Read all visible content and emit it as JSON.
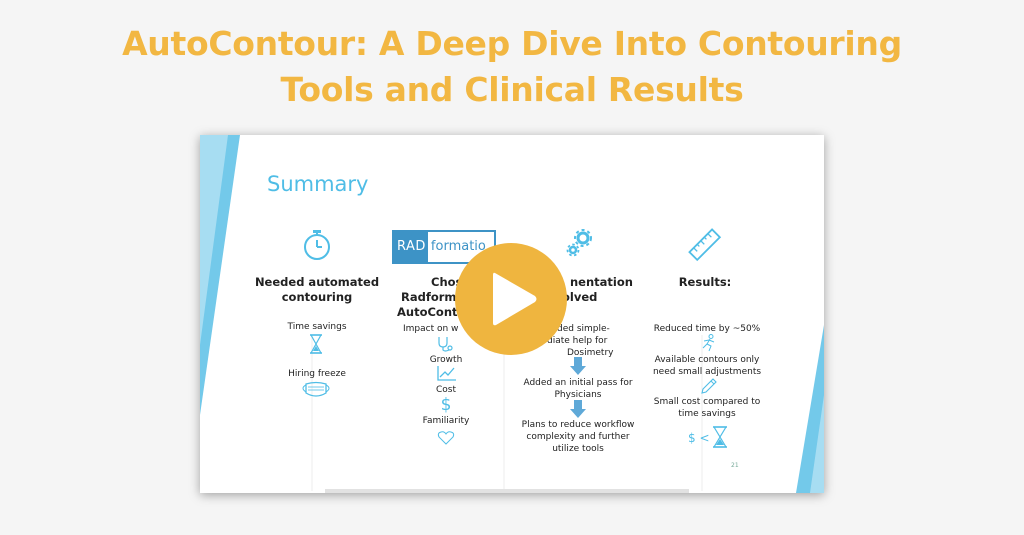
{
  "page": {
    "title_line1": "AutoContour: A Deep Dive Into Contouring",
    "title_line2": "Tools and Clinical Results"
  },
  "slide": {
    "heading": "Summary",
    "page_number": "21",
    "columns": [
      {
        "title_lines": [
          "Needed automated",
          "contouring"
        ],
        "icon": "stopwatch-icon",
        "items": [
          {
            "text": "Time savings",
            "icon": "hourglass-icon"
          },
          {
            "text": "Hiring freeze",
            "icon": "face-mask-icon"
          }
        ]
      },
      {
        "title_lines": [
          "Chos",
          "Radform",
          "AutoCont"
        ],
        "logo": {
          "rad": "RAD",
          "formation": "formatio"
        },
        "items": [
          {
            "text": "Impact on w",
            "icon": "stethoscope-icon"
          },
          {
            "text": "Growth",
            "icon": "growth-chart-icon"
          },
          {
            "text": "Cost",
            "icon": "dollar-icon"
          },
          {
            "text": "Familiarity",
            "icon": "heart-icon"
          }
        ]
      },
      {
        "title_lines": [
          "nentation",
          "olved"
        ],
        "icon": "gears-icon",
        "items": [
          {
            "lines": [
              "ded simple-",
              "diate help for",
              "Dosimetry"
            ]
          },
          {
            "lines": [
              "Added an initial pass for",
              "Physicians"
            ]
          },
          {
            "lines": [
              "Plans to reduce workflow",
              "complexity and further",
              "utilize tools"
            ]
          }
        ]
      },
      {
        "title_lines": [
          "Results:"
        ],
        "icon": "ruler-icon",
        "items": [
          {
            "text": "Reduced time by ~50%",
            "icon": "runner-icon"
          },
          {
            "lines": [
              "Available contours only",
              "need small adjustments"
            ],
            "icon": "pencil-icon"
          },
          {
            "lines": [
              "Small cost compared to",
              "time savings"
            ]
          },
          {
            "text": "$ <",
            "icon": "hourglass-icon"
          }
        ]
      }
    ]
  },
  "colors": {
    "title": "#f2b742",
    "accent": "#4fbde6",
    "play": "#efb53f"
  }
}
